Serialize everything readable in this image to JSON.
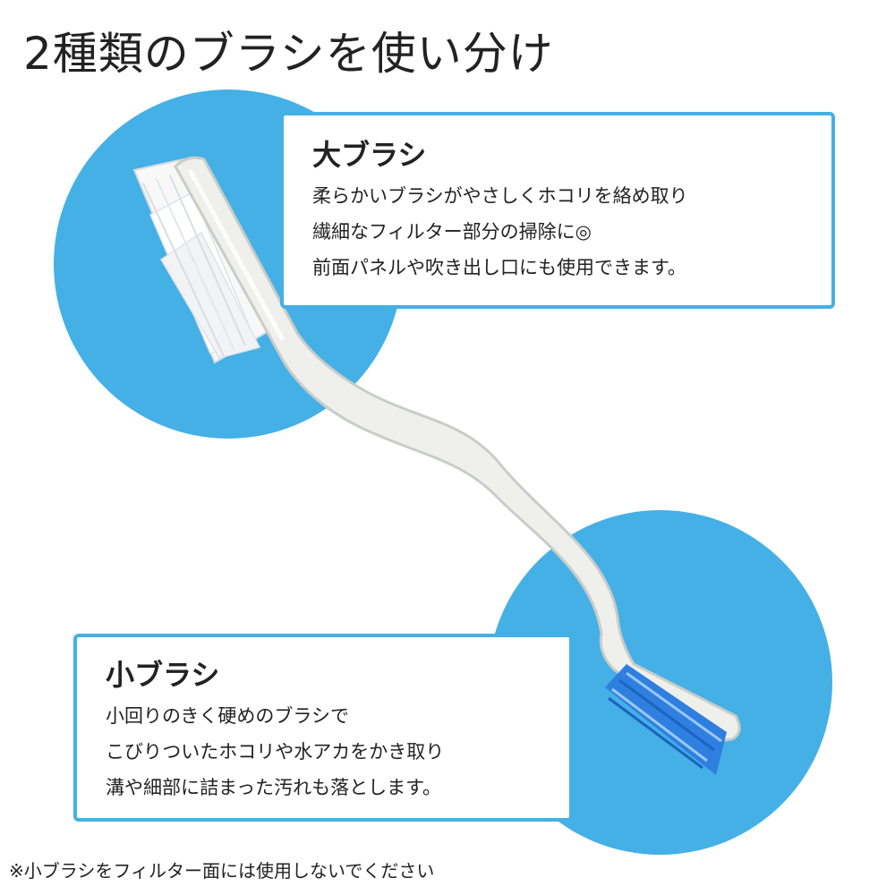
{
  "headline": "2種類のブラシを使い分け",
  "colors": {
    "accent": "#44b0e6",
    "bristle_blue": "#2e7fe0",
    "handle": "#eff0ec",
    "text": "#222222"
  },
  "large_brush": {
    "title": "大ブラシ",
    "lines": [
      "柔らかいブラシがやさしくホコリを絡め取り",
      "繊細なフィルター部分の掃除に◎",
      "前面パネルや吹き出し口にも使用できます。"
    ]
  },
  "small_brush": {
    "title": "小ブラシ",
    "lines": [
      "小回りのきく硬めのブラシで",
      "こびりついたホコリや水アカをかき取り",
      "溝や細部に詰まった汚れも落とします。"
    ]
  },
  "footnote": "※小ブラシをフィルター面には使用しないでください"
}
